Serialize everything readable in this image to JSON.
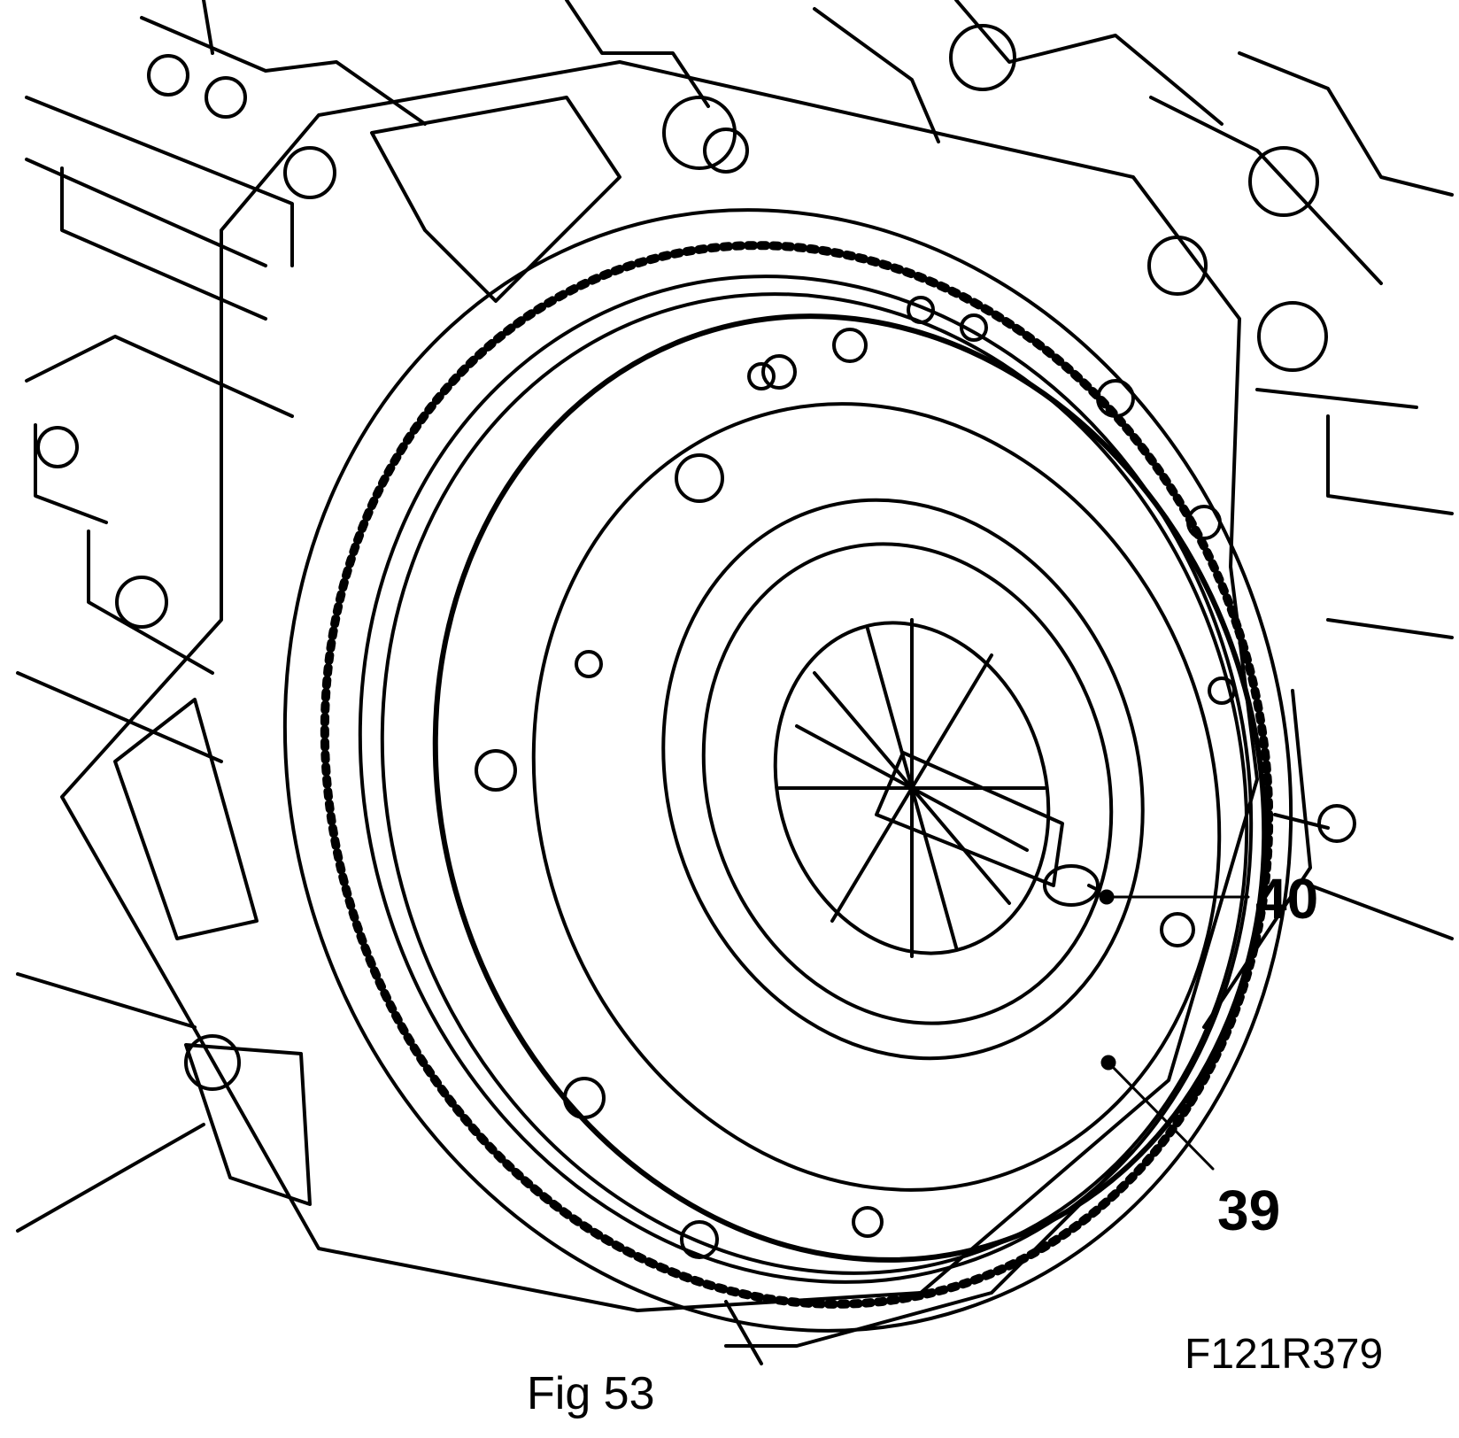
{
  "callouts": [
    {
      "id": "40",
      "label": "40"
    },
    {
      "id": "39",
      "label": "39"
    }
  ],
  "figure_caption": "Fig 53",
  "figure_code": "F121R379",
  "colors": {
    "ink": "#000000",
    "paper": "#ffffff"
  }
}
